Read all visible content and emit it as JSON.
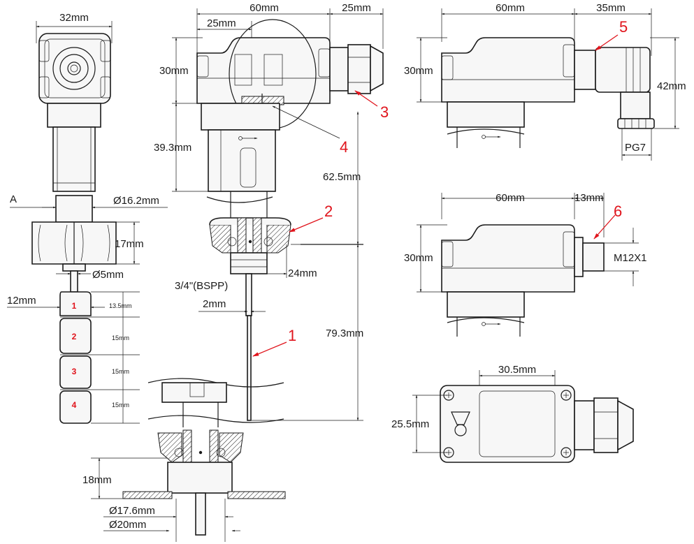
{
  "colors": {
    "line": "#1a1a1a",
    "callout": "#e0141c",
    "background": "#ffffff"
  },
  "left_view": {
    "width": "32mm",
    "hex_dia": "Ø16.2mm",
    "section_label": "A",
    "hex_height": "17mm",
    "stem_dia": "Ø5mm",
    "float_width": "12mm",
    "segments": [
      {
        "number": "1",
        "height": "13.5mm"
      },
      {
        "number": "2",
        "height": "15mm"
      },
      {
        "number": "3",
        "height": "15mm"
      },
      {
        "number": "4",
        "height": "15mm"
      }
    ]
  },
  "center_view": {
    "width": "60mm",
    "inner_offset": "25mm",
    "gland_length": "25mm",
    "height": "30mm",
    "neck_height": "39.3mm",
    "upper_length": "62.5mm",
    "thread": "3/4\"(BSPP)",
    "thread_length": "24mm",
    "rod_dia": "2mm",
    "probe_length": "79.3mm",
    "callouts": [
      "1",
      "2",
      "3",
      "4"
    ]
  },
  "bottom_view": {
    "weld_height": "18mm",
    "inner_dia": "Ø17.6mm",
    "outer_dia": "Ø20mm"
  },
  "top_right_view": {
    "width": "60mm",
    "connector_length": "35mm",
    "height": "30mm",
    "total_height": "42mm",
    "connector": "PG7",
    "callout": "5"
  },
  "mid_right_view": {
    "width": "60mm",
    "connector_length": "13mm",
    "height": "30mm",
    "thread": "M12X1",
    "callout": "6"
  },
  "plan_view": {
    "window_width": "30.5mm",
    "depth": "25.5mm"
  }
}
